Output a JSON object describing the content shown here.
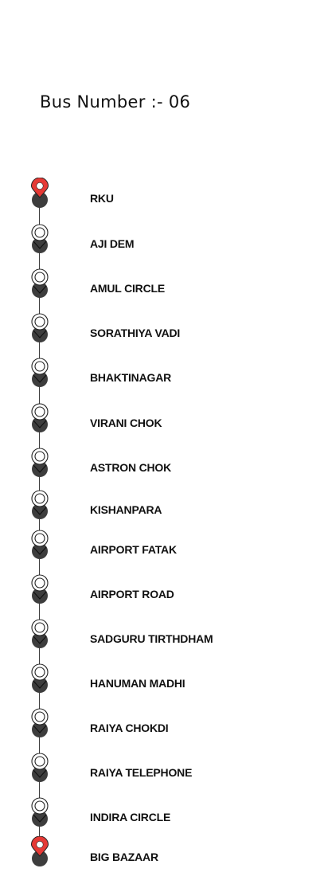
{
  "header": {
    "title": "Bus Number :- 06"
  },
  "colors": {
    "start_end_pin": "#e53935",
    "dot": "#3d3d3d",
    "line": "#3d3d3d"
  },
  "route": {
    "stops": [
      {
        "name": "RKU",
        "marker": "location-pin-icon"
      },
      {
        "name": "AJI DEM",
        "marker": "bus-stop-circle-icon"
      },
      {
        "name": "AMUL CIRCLE",
        "marker": "bus-stop-circle-icon"
      },
      {
        "name": "SORATHIYA VADI",
        "marker": "bus-stop-circle-icon"
      },
      {
        "name": "BHAKTINAGAR",
        "marker": "bus-stop-circle-icon"
      },
      {
        "name": "VIRANI CHOK",
        "marker": "bus-stop-circle-icon"
      },
      {
        "name": "ASTRON CHOK",
        "marker": "bus-stop-circle-icon"
      },
      {
        "name": "KISHANPARA",
        "marker": "bus-stop-circle-icon"
      },
      {
        "name": "AIRPORT FATAK",
        "marker": "bus-stop-circle-icon"
      },
      {
        "name": "AIRPORT ROAD",
        "marker": "bus-stop-circle-icon"
      },
      {
        "name": "SADGURU TIRTHDHAM",
        "marker": "bus-stop-circle-icon"
      },
      {
        "name": "HANUMAN MADHI",
        "marker": "bus-stop-circle-icon"
      },
      {
        "name": "RAIYA CHOKDI",
        "marker": "bus-stop-circle-icon"
      },
      {
        "name": "RAIYA TELEPHONE",
        "marker": "bus-stop-circle-icon"
      },
      {
        "name": "INDIRA CIRCLE",
        "marker": "bus-stop-circle-icon"
      },
      {
        "name": "BIG BAZAAR",
        "marker": "location-pin-icon"
      }
    ]
  }
}
